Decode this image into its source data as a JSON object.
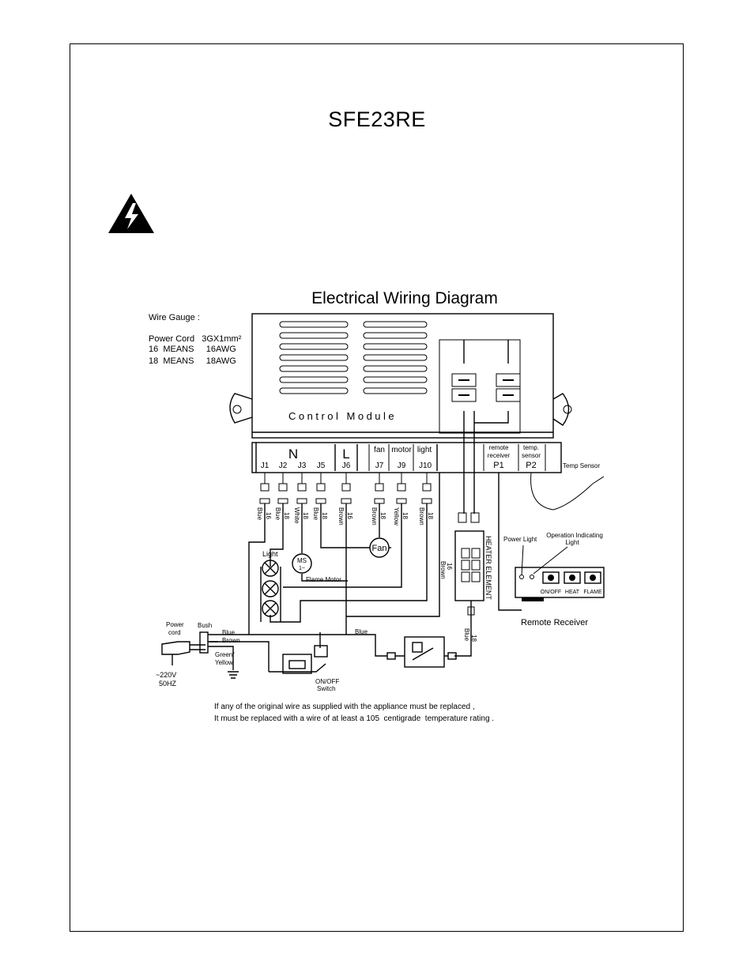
{
  "title": "SFE23RE",
  "diagram": {
    "heading": "Electrical Wiring Diagram",
    "wire_gauge": {
      "label": "Wire Gauge :",
      "power_cord": "Power Cord   3GX1mm²",
      "line16": "16  MEANS     16AWG",
      "line18": "18  MEANS     18AWG"
    },
    "module_label": "Control Module",
    "bus_letters": {
      "n": "N",
      "l": "L"
    },
    "bus_small": {
      "fan": "fan",
      "motor": "motor",
      "light": "light"
    },
    "terminals": [
      "J1",
      "J2",
      "J3",
      "J5",
      "J6",
      "J7",
      "J9",
      "J10"
    ],
    "ports": {
      "remote1": "remote",
      "remote2": "receiver",
      "p1": "P1",
      "temp1": "temp.",
      "temp2": "sensor",
      "p2": "P2"
    },
    "temp_sensor": "Temp Sensor",
    "wires": [
      {
        "color": "Blue",
        "gauge": "16"
      },
      {
        "color": "Blue",
        "gauge": "18"
      },
      {
        "color": "White",
        "gauge": "18"
      },
      {
        "color": "Blue",
        "gauge": "18"
      },
      {
        "color": "Brown",
        "gauge": "16"
      },
      {
        "color": "Brown",
        "gauge": "18"
      },
      {
        "color": "Yellow",
        "gauge": "18"
      },
      {
        "color": "Brown",
        "gauge": "18"
      }
    ],
    "fan": "Fan",
    "light": "Light",
    "ms": "MS",
    "ms_sub": "1~",
    "flame_motor": "Flame Motor",
    "brown16_gauge": "16",
    "brown16_color": "Brown",
    "heater_element": "HEATER ELEMENT",
    "power_light": "Power Light",
    "op_light_1": "Operation Indicating",
    "op_light_2": "Light",
    "buttons": [
      "ON/OFF",
      "HEAT",
      "FLAME"
    ],
    "remote_receiver": "Remote Receiver",
    "power_cord1": "Power",
    "power_cord2": "cord",
    "bush": "Bush",
    "blue": "Blue",
    "brown": "Brown",
    "green_yellow1": "Green/",
    "green_yellow2": "Yellow",
    "voltage": "~220V",
    "freq": "50HZ",
    "blue_mid": "Blue",
    "onoff1": "ON/OFF",
    "onoff2": "Switch",
    "blue18_color": "Blue",
    "blue18_gauge": "18",
    "note1": "If any of the original wire as supplied with the appliance must be replaced ,",
    "note2": "It must be replaced with a wire of at least a 105  centigrade  temperature rating ."
  }
}
